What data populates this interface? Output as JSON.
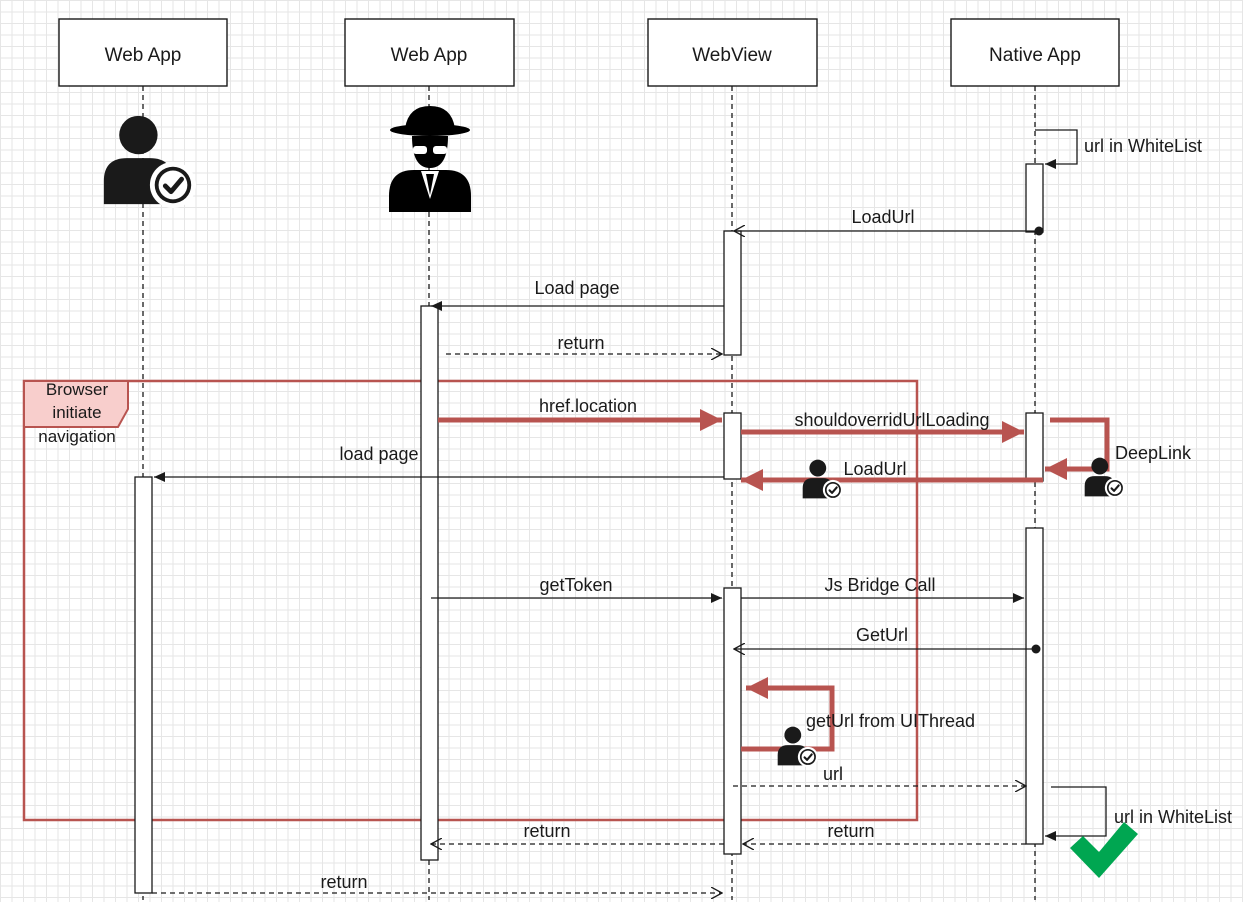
{
  "participants": [
    {
      "id": "p1",
      "label": "Web App"
    },
    {
      "id": "p2",
      "label": "Web App"
    },
    {
      "id": "p3",
      "label": "WebView"
    },
    {
      "id": "p4",
      "label": "Native App"
    }
  ],
  "frame": {
    "label_lines": [
      "Browser",
      "initiate",
      "navigation"
    ]
  },
  "messages": {
    "url_in_whitelist_top": "url in WhiteList",
    "loadurl_top": "LoadUrl",
    "load_page_webview": "Load page",
    "return_webview": "return",
    "href_location": "href.location",
    "should_override": "shouldoverridUrlLoading",
    "deeplink": "DeepLink",
    "loadurl_red": "LoadUrl",
    "load_page_webapp": "load page",
    "get_token": "getToken",
    "js_bridge_call": "Js Bridge Call",
    "get_url": "GetUrl",
    "get_url_uithread": "getUrl from UIThread",
    "url_return": "url",
    "url_in_whitelist_bottom": "url in WhiteList",
    "return_to_attacker": "return",
    "return_from_native": "return",
    "return_bottom": "return"
  },
  "icons": {
    "trusted_user": "user-check-icon",
    "attacker": "spy-icon",
    "approved": "green-checkmark-icon"
  },
  "colors": {
    "highlight": "#b85450",
    "frame_fill": "#f8cecc",
    "check": "#00a651"
  }
}
